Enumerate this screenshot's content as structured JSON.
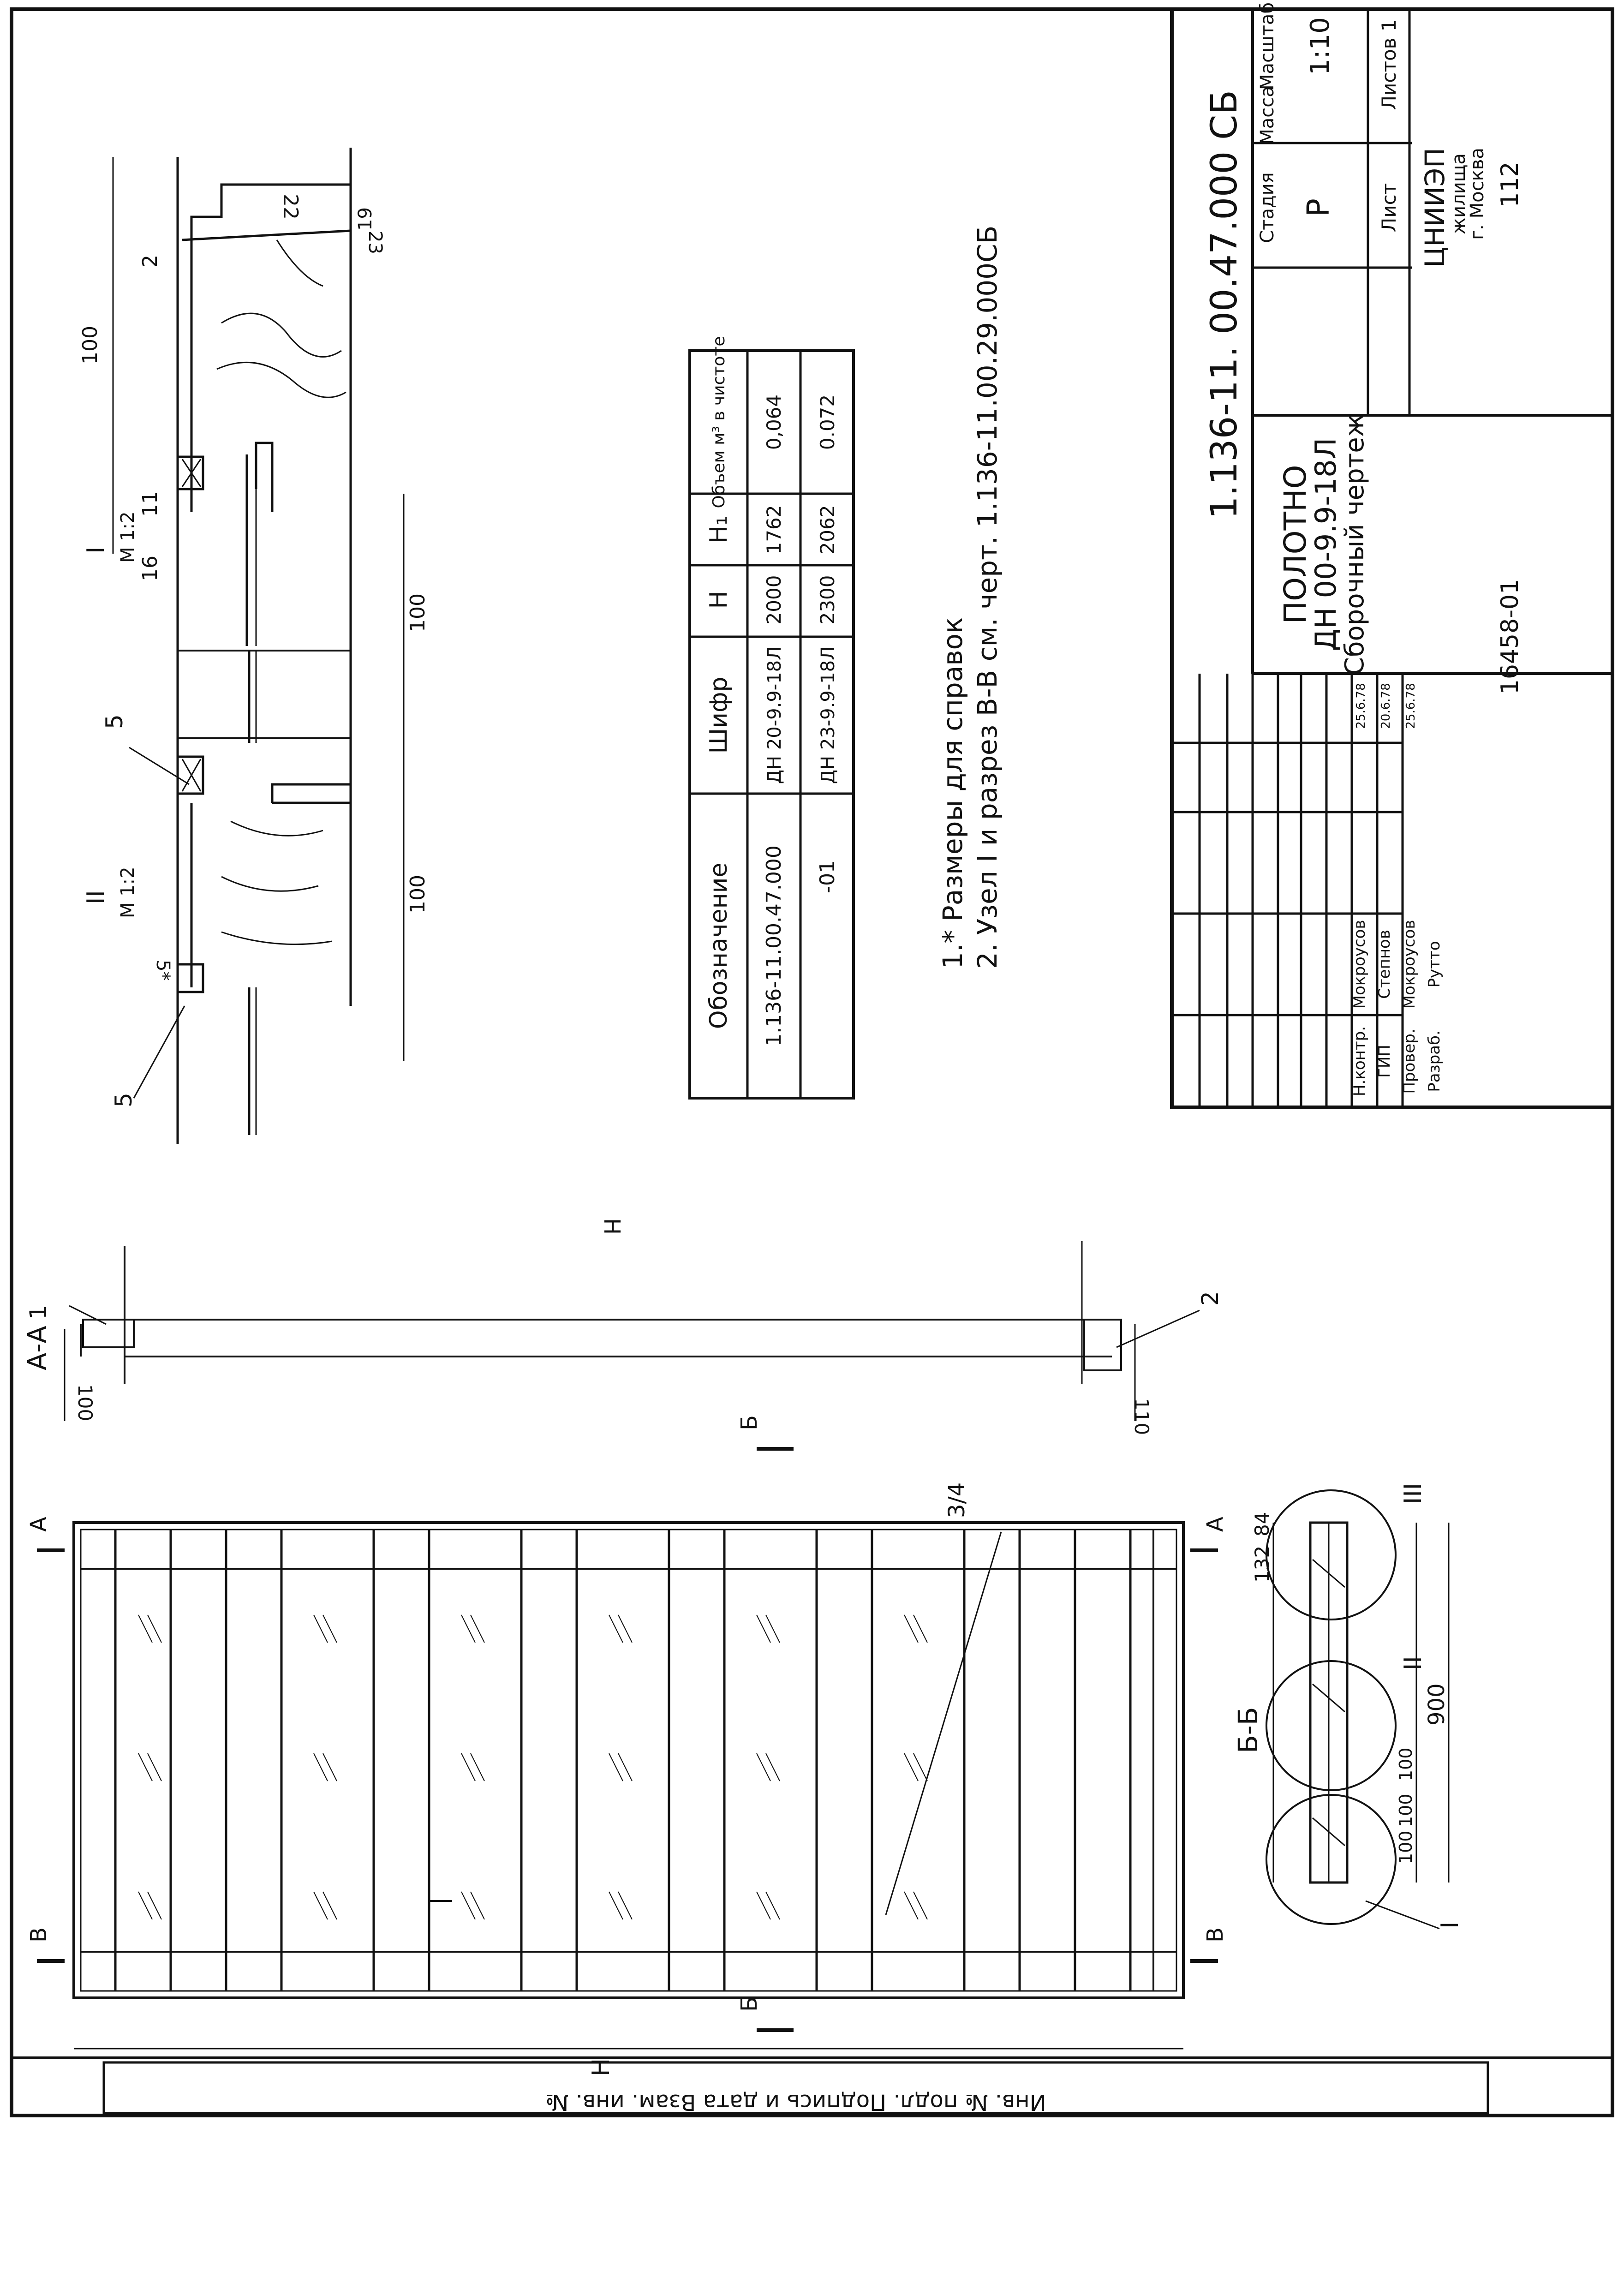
{
  "view_labels": {
    "section_aa": "А-А",
    "section_bb": "Б-Б",
    "node_1": "I",
    "node_2": "II",
    "node_3": "III",
    "node_scale": "М 1:2",
    "cut_a": "А",
    "cut_b": "Б",
    "cut_v": "В"
  },
  "dimensions": {
    "overall_h": "Н",
    "aa_top": "100",
    "aa_bottom": "110",
    "bb_width": "900",
    "bb_top_a": "132",
    "bb_top_b": "84",
    "bb_bottom_a": "100",
    "bb_bottom_b": "100",
    "bb_bottom_c": "100",
    "node_100_a": "100",
    "node_100_b": "100",
    "node_100_c": "100",
    "node_16": "16",
    "node_11": "11",
    "node_2": "2",
    "node_22": "22",
    "node_23": "23",
    "node_19": "19",
    "node_5": "5*"
  },
  "callouts": {
    "pos_1": "1",
    "pos_2": "2",
    "pos_3_4": "3/4",
    "pos_5a": "5",
    "pos_5b": "5"
  },
  "spec_table": {
    "headers": [
      "Обозначение",
      "Шифр",
      "Н",
      "Н₁",
      "Объем м³ в чистоте"
    ],
    "rows": [
      [
        "1.136-11.00.47.000",
        "ДН 20-9.9-18Л",
        "2000",
        "1762",
        "0,064"
      ],
      [
        "-01",
        "ДН 23-9.9-18Л",
        "2300",
        "2062",
        "0.072"
      ]
    ]
  },
  "notes": [
    "1.* Размеры для справок",
    "2. Узел I и разрез В-В см. черт. 1.136-11.00.29.000СБ"
  ],
  "title_block": {
    "designation": "1.136-11. 00.47.000 СБ",
    "name_line1": "ПОЛОТНО",
    "name_line2": "ДН 00-9.9-18Л",
    "name_line3": "Сборочный чертеж",
    "col_stage": "Стадия",
    "col_mass": "Масса",
    "col_scale": "Масштаб",
    "stage": "Р",
    "scale": "1:10",
    "sheet": "Лист",
    "sheets": "Листов 1",
    "org_line1": "ЦНИИЭП",
    "org_line2": "жилища",
    "org_line3": "г. Москва",
    "roles": [
      {
        "role": "Н.контр.",
        "name": "Мокроусов",
        "date": "25.6.78"
      },
      {
        "role": "ГИП",
        "name": "Степнов",
        "date": "20.6.78"
      },
      {
        "role": "Провер.",
        "name": "Мокроусов",
        "date": "25.6.78"
      },
      {
        "role": "Разраб.",
        "name": "Рутто",
        "date": ""
      }
    ],
    "archive_no": "16458-01",
    "page_no": "112"
  },
  "side_stamp": "Инв. № подл. Подпись и дата Взам. инв. №"
}
